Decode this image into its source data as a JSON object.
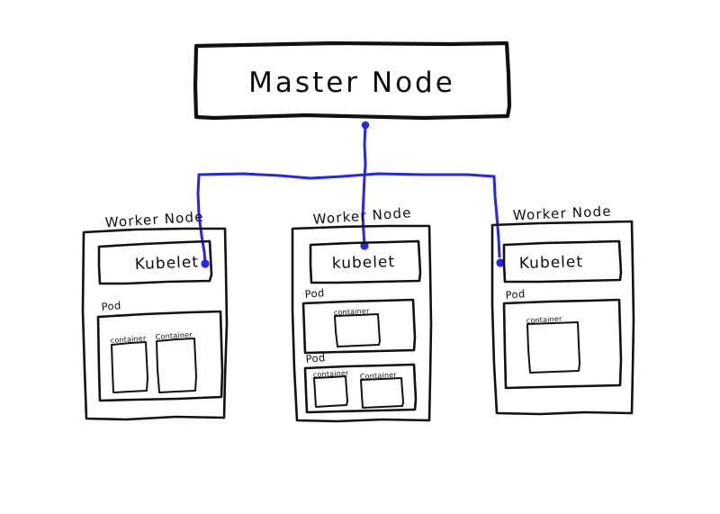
{
  "diagram": {
    "title": "Kubernetes Cluster Architecture (hand-drawn sketch)",
    "style": "hand-drawn whiteboard sketch on white paper",
    "colors": {
      "ink": "#111111",
      "link": "#2626e8",
      "background": "#ffffff"
    }
  },
  "master": {
    "label": "Master Node"
  },
  "workers": [
    {
      "id": "worker-left",
      "label": "Worker Node",
      "kubelet": {
        "label": "Kubelet"
      },
      "pods": [
        {
          "label": "Pod",
          "containers": [
            {
              "label": "container"
            },
            {
              "label": "Container"
            }
          ]
        }
      ]
    },
    {
      "id": "worker-middle",
      "label": "Worker Node",
      "kubelet": {
        "label": "kubelet"
      },
      "pods": [
        {
          "label": "Pod",
          "containers": [
            {
              "label": "container"
            }
          ]
        },
        {
          "label": "Pod",
          "containers": [
            {
              "label": "container"
            },
            {
              "label": "Container"
            }
          ]
        }
      ]
    },
    {
      "id": "worker-right",
      "label": "Worker Node",
      "kubelet": {
        "label": "Kubelet"
      },
      "pods": [
        {
          "label": "Pod",
          "containers": [
            {
              "label": "container"
            }
          ]
        }
      ]
    }
  ],
  "connections": {
    "description": "Master Node connects down to a horizontal bus which drops into each worker node's kubelet",
    "endpoints": [
      "master-node",
      "worker-left-kubelet",
      "worker-middle-kubelet",
      "worker-right-kubelet"
    ]
  }
}
